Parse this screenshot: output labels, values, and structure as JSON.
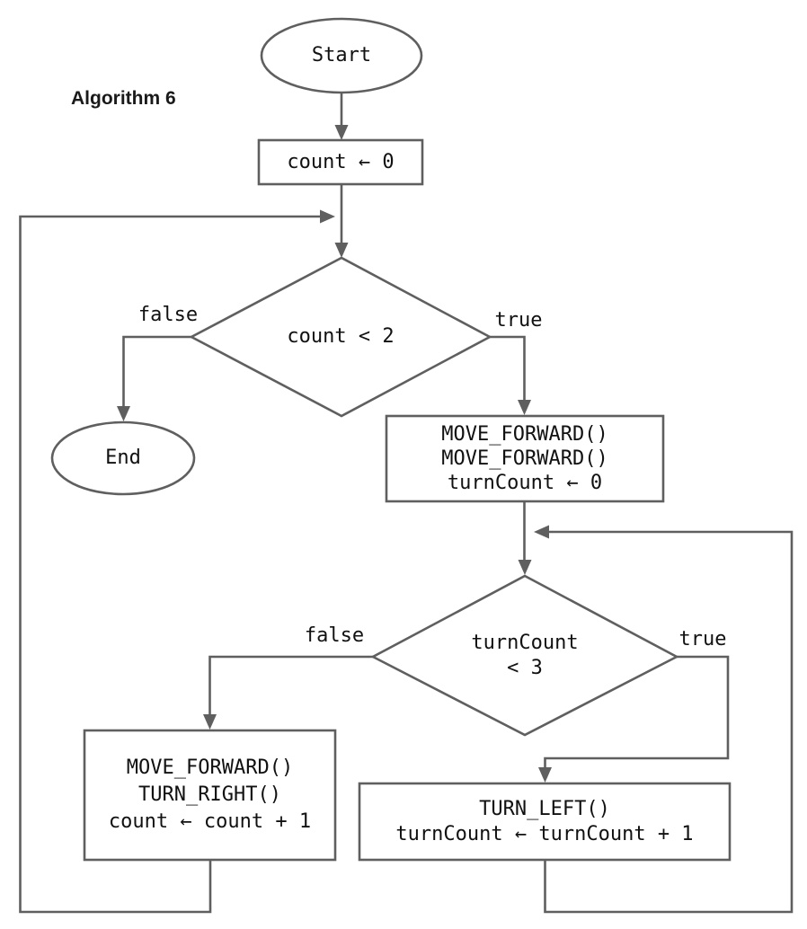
{
  "title": "Algorithm 6",
  "nodes": {
    "start": {
      "type": "terminal",
      "label": "Start"
    },
    "init": {
      "type": "process",
      "label": "count ← 0"
    },
    "cond1": {
      "type": "decision",
      "label": "count < 2"
    },
    "end": {
      "type": "terminal",
      "label": "End"
    },
    "move_block": {
      "type": "process",
      "label": "MOVE_FORWARD()\nMOVE_FORWARD()\nturnCount ← 0"
    },
    "cond2": {
      "type": "decision",
      "label": "turnCount\n< 3"
    },
    "count_block": {
      "type": "process",
      "label": "MOVE_FORWARD()\nTURN_RIGHT()\ncount ← count + 1"
    },
    "turn_block": {
      "type": "process",
      "label": "TURN_LEFT()\nturnCount ← turnCount + 1"
    }
  },
  "edge_labels": {
    "cond1_false": "false",
    "cond1_true": "true",
    "cond2_false": "false",
    "cond2_true": "true"
  },
  "colors": {
    "stroke": "#5f5f5f",
    "text": "#111111",
    "background": "#ffffff"
  }
}
